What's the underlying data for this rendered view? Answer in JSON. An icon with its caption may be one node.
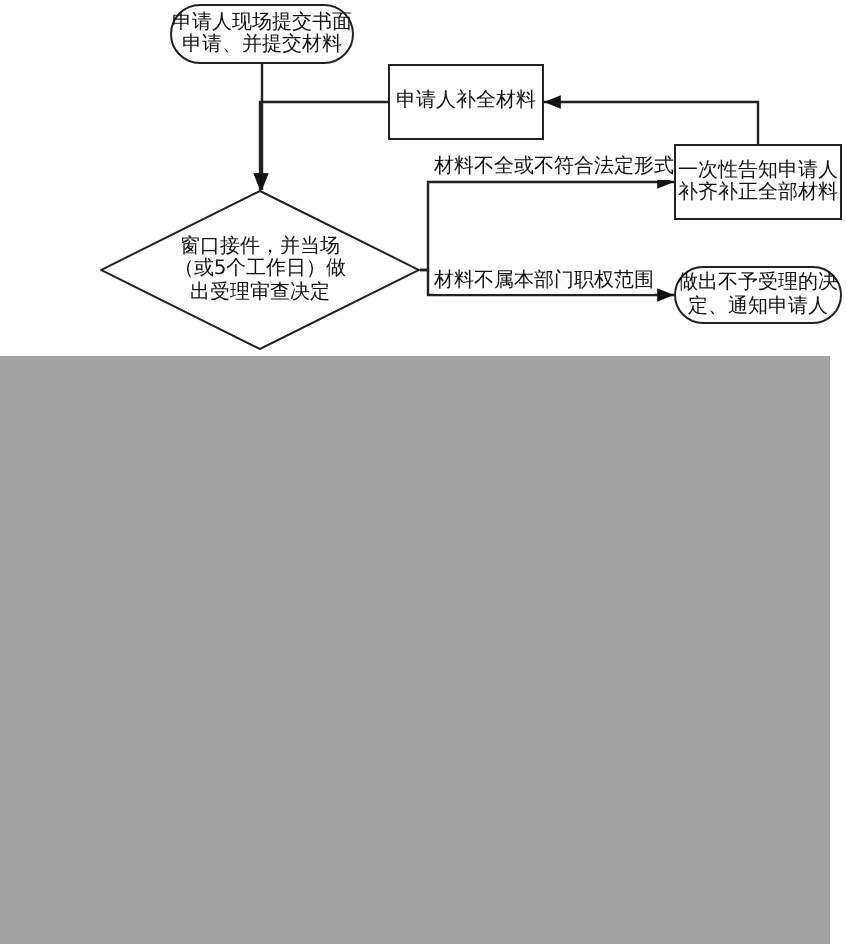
{
  "diagram": {
    "nodes": [
      {
        "text": [
          "申请人现场提交书面申请、并提交材料"
        ]
      },
      {
        "text": [
          "申请人补全材料"
        ]
      },
      {
        "text": [
          "窗口接件，并当场（或5个工作日）做出受理审查决定"
        ]
      },
      {
        "text": [
          "一次性告知申请人补齐补正全部材料"
        ]
      },
      {
        "text": [
          "做出不予受理的决定、通知申请人"
        ]
      }
    ],
    "edges": [
      {
        "from": 0,
        "to": 2,
        "arrow": "to"
      },
      {
        "from": 1,
        "to": 2,
        "arrow": "to"
      },
      {
        "from": 3,
        "to": 1,
        "arrow": "to"
      },
      {
        "from": 2,
        "to": 3,
        "arrow": "to",
        "label": "材料不全或不符合法定形式"
      },
      {
        "from": 2,
        "to": 4,
        "arrow": "to",
        "label": "材料不属本部门职权范围"
      }
    ]
  }
}
